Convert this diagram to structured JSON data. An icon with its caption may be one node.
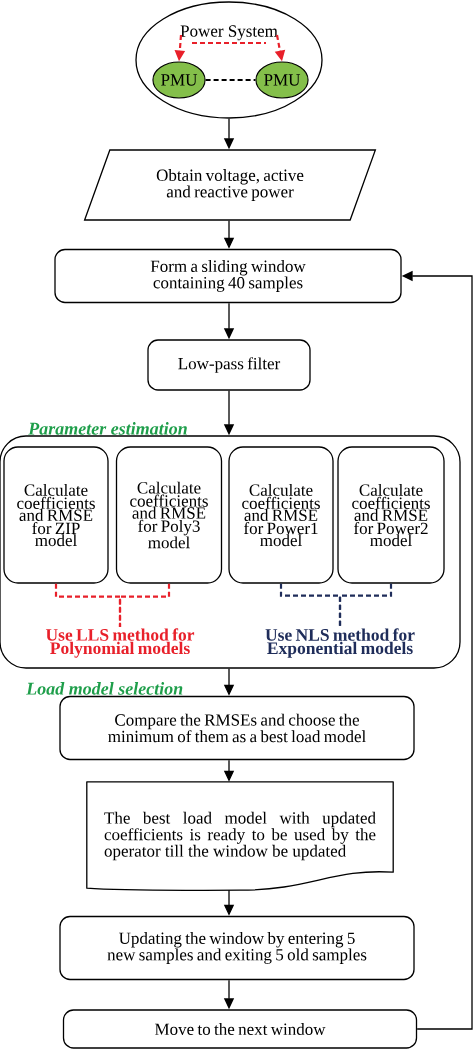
{
  "diagram": {
    "nodes": [
      {
        "text": [
          "Power System"
        ]
      },
      {
        "text": [
          "PMU"
        ],
        "in": 0
      },
      {
        "text": [
          "PMU"
        ],
        "in": 0
      },
      {
        "text": [
          "Obtain voltage, active and reactive power"
        ]
      },
      {
        "text": [
          "Form a sliding window containing 40 samples"
        ]
      },
      {
        "text": [
          "Low-pass filter"
        ]
      },
      {
        "text": [
          "Parameter estimation"
        ]
      },
      {
        "text": [
          "Calculate coefficients and RMSE for ZIP model"
        ],
        "in": 6
      },
      {
        "text": [
          "Calculate coefficients and RMSE for Poly3 model"
        ],
        "in": 6
      },
      {
        "text": [
          "Calculate coefficients and RMSE for Power1 model"
        ],
        "in": 6
      },
      {
        "text": [
          "Calculate coefficients and RMSE for Power2 model"
        ],
        "in": 6
      },
      {
        "text": [
          "Use LLS method for Polynomial models"
        ],
        "in": 6
      },
      {
        "text": [
          "Use NLS method for Exponential models"
        ],
        "in": 6
      },
      {
        "text": [
          "Load model selection",
          "Compare the RMSEs and choose the minimum of them as a best load model"
        ]
      },
      {
        "text": [
          "The best load model with updated coefficients is ready to be used by the operator till the window be updated"
        ]
      },
      {
        "text": [
          "Updating the window by entering 5 new samples and exiting 5 old samples"
        ]
      },
      {
        "text": [
          "Move to the next window"
        ]
      }
    ],
    "edges": [
      {
        "from": 0,
        "to": 3,
        "arrow": "to"
      },
      {
        "from": 3,
        "to": 4,
        "arrow": "to"
      },
      {
        "from": 4,
        "to": 5,
        "arrow": "to"
      },
      {
        "from": 5,
        "to": 6,
        "arrow": "to"
      },
      {
        "from": 6,
        "to": 13,
        "arrow": "to"
      },
      {
        "from": 13,
        "to": 14,
        "arrow": "to"
      },
      {
        "from": 14,
        "to": 15,
        "arrow": "to"
      },
      {
        "from": 15,
        "to": 16,
        "arrow": "to"
      },
      {
        "from": 16,
        "to": 4,
        "arrow": "to"
      },
      {
        "from": 0,
        "to": 1,
        "arrow": "to",
        "style": "dashed",
        "color": "#e8202a"
      },
      {
        "from": 0,
        "to": 2,
        "arrow": "to",
        "style": "dashed",
        "color": "#e8202a"
      },
      {
        "from": 1,
        "to": 2,
        "arrow": "none",
        "style": "dashed"
      },
      {
        "from": 7,
        "to": 11,
        "arrow": "none",
        "style": "dashed",
        "color": "#e8202a"
      },
      {
        "from": 8,
        "to": 11,
        "arrow": "none",
        "style": "dashed",
        "color": "#e8202a"
      },
      {
        "from": 9,
        "to": 12,
        "arrow": "none",
        "style": "dashed",
        "color": "#1f2d5a"
      },
      {
        "from": 10,
        "to": 12,
        "arrow": "none",
        "style": "dashed",
        "color": "#1f2d5a"
      }
    ]
  }
}
